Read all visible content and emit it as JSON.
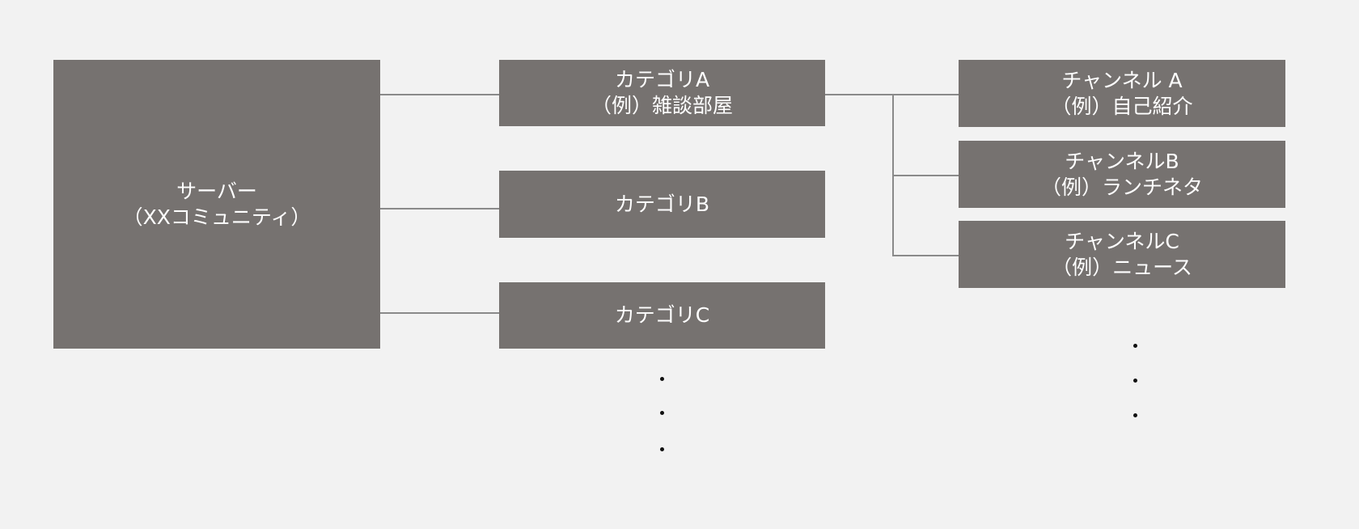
{
  "server": {
    "line1": "サーバー",
    "line2": "（XXコミュニティ）"
  },
  "categories": [
    {
      "line1": "カテゴリA",
      "line2": "（例）雑談部屋"
    },
    {
      "line1": "カテゴリB"
    },
    {
      "line1": "カテゴリC"
    }
  ],
  "channels": [
    {
      "line1": "チャンネル A",
      "line2": "（例）自己紹介"
    },
    {
      "line1": "チャンネルB",
      "line2": "（例）ランチネタ"
    },
    {
      "line1": "チャンネルC",
      "line2": "（例）ニュース"
    }
  ],
  "colors": {
    "background": "#f2f2f2",
    "box": "#767270",
    "text": "#ffffff",
    "connector": "#8a8a8a",
    "ellipsis_dot": "#111111"
  }
}
